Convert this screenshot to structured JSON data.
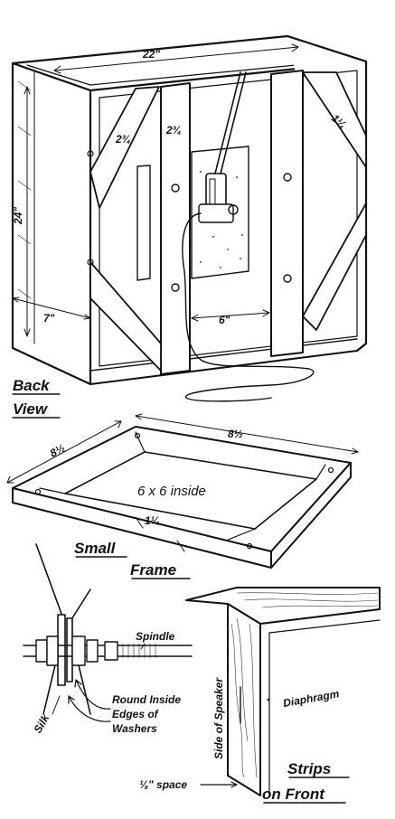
{
  "back_view": {
    "dim_width": "22\"",
    "dim_height": "24\"",
    "dim_depth": "7\"",
    "dim_brace_left": "2¾",
    "dim_brace_center": "2¾",
    "dim_brace_right": "1¼",
    "dim_bottom_inner": "6\"",
    "caption_line1": "Back",
    "caption_line2": "View"
  },
  "small_frame": {
    "dim_width": "8½",
    "dim_depth": "8½",
    "inside_label": "6 x 6 inside",
    "strip_label": "1¼",
    "caption_line1": "Small",
    "caption_line2": "Frame"
  },
  "spindle_detail": {
    "spindle_label": "Spindle",
    "washer_note_line1": "Round Inside",
    "washer_note_line2": "Edges of",
    "washer_note_line3": "Washers",
    "silk_label": "Silk"
  },
  "strips_detail": {
    "side_label": "Side of Speaker",
    "diaphragm_label": "Diaphragm",
    "space_label": "⅛\" space",
    "caption_line1": "Strips",
    "caption_line2": "on Front"
  }
}
